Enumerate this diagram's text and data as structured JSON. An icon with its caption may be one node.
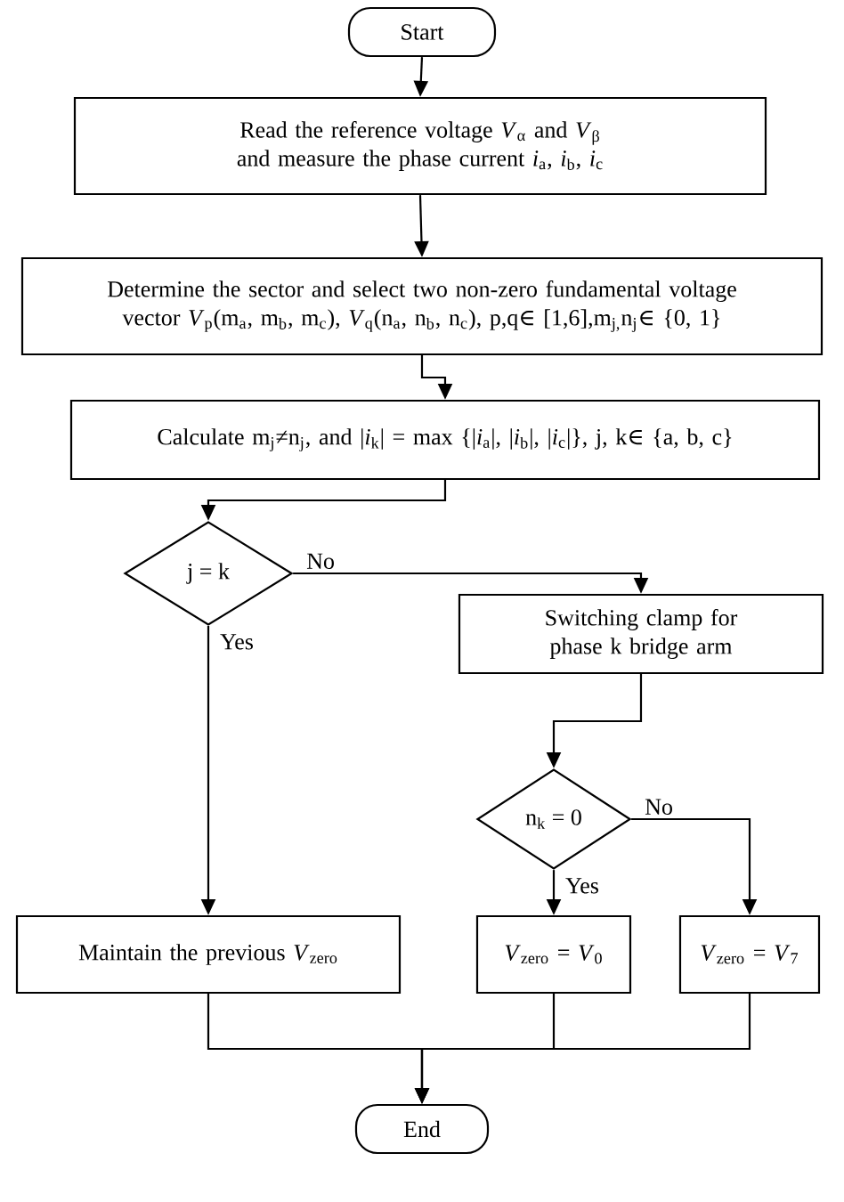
{
  "diagram": {
    "nodes": [
      {
        "text": [
          "Start"
        ]
      },
      {
        "text": [
          "Read the reference voltage *V*$_{α}$ and *V*$_{β}$ and measure the phase current *i*$_{a}$, *i*$_{b}$, *i*$_{c}$"
        ]
      },
      {
        "text": [
          "Determine the sector and select two non-zero fundamental voltage vector *V*$_{p}$(m$_{a}$, m$_{b}$, m$_{c}$), *V*$_{q}$(n$_{a}$, n$_{b}$, n$_{c}$), p,q∈ [1,6],m$_{j,}$n$_{j}$∈ {0, 1}"
        ]
      },
      {
        "text": [
          "Calculate m$_{j}$≠n$_{j}$, and |*i*$_{k}$| = max {|*i*$_{a}$|, |*i*$_{b}$|, |*i*$_{c}$|},  j, k∈ {a, b, c}"
        ]
      },
      {
        "text": [
          "j = k"
        ]
      },
      {
        "text": [
          "Switching clamp for phase k bridge arm"
        ]
      },
      {
        "text": [
          "n$_{k}$ = 0"
        ]
      },
      {
        "text": [
          "Maintain  the previous *V*$_{zero}$"
        ]
      },
      {
        "text": [
          "*V*$_{zero}$ = *V*$_{0}$"
        ]
      },
      {
        "text": [
          "*V*$_{zero}$ = *V*$_{7}$"
        ]
      },
      {
        "text": [
          "End"
        ]
      }
    ],
    "edges": [
      {
        "from": 0,
        "to": 1,
        "arrow": "to"
      },
      {
        "from": 1,
        "to": 2,
        "arrow": "to"
      },
      {
        "from": 2,
        "to": 3,
        "arrow": "to"
      },
      {
        "from": 3,
        "to": 4,
        "arrow": "to"
      },
      {
        "from": 4,
        "to": 5,
        "arrow": "to",
        "label": "No"
      },
      {
        "from": 4,
        "to": 7,
        "arrow": "to",
        "label": "Yes"
      },
      {
        "from": 5,
        "to": 6,
        "arrow": "to"
      },
      {
        "from": 6,
        "to": 8,
        "arrow": "to",
        "label": "Yes"
      },
      {
        "from": 6,
        "to": 9,
        "arrow": "to",
        "label": "No"
      },
      {
        "from": 7,
        "to": 10,
        "arrow": "to"
      },
      {
        "from": 8,
        "to": 10,
        "arrow": "to"
      },
      {
        "from": 9,
        "to": 10,
        "arrow": "to"
      }
    ]
  }
}
